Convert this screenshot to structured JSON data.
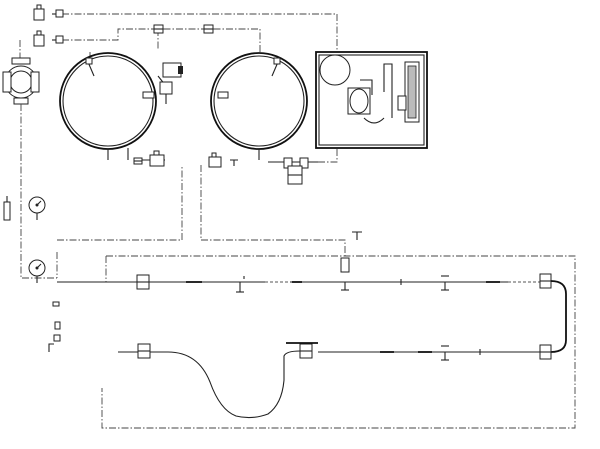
{
  "diagram": {
    "kind": "process-piping-schematic",
    "line_color": "#222222",
    "background": "#ffffff",
    "components": {
      "tanks": 2,
      "control_panels": 1,
      "pressure_gauges": 2,
      "pumps": 1,
      "filters": 1
    },
    "icons": [
      "vessel-icon",
      "valve-icon",
      "gauge-icon",
      "pump-icon",
      "filter-icon",
      "tap-icon",
      "flange-icon"
    ]
  }
}
